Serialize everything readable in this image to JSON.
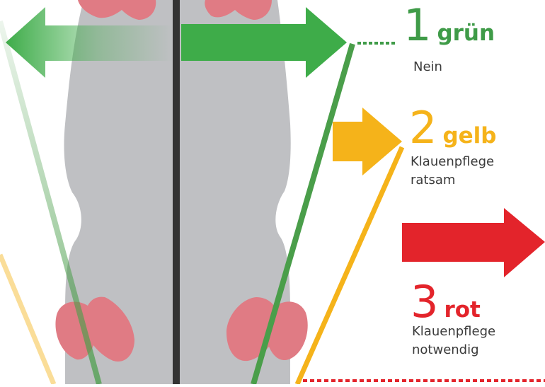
{
  "colors": {
    "green": "#4a9e4a",
    "green_arrow": "#3eac49",
    "yellow": "#f5b31a",
    "red": "#e3242b",
    "cow_body": "#bfc0c3",
    "claw": "#e07b84",
    "midline": "#333333",
    "text": "#3a3a3a"
  },
  "levels": [
    {
      "number": "1",
      "label": "grün",
      "color": "#3f9b48",
      "desc": [
        "Nein"
      ]
    },
    {
      "number": "2",
      "label": "gelb",
      "color": "#f5b31a",
      "desc": [
        "Klauenpflege",
        "ratsam"
      ]
    },
    {
      "number": "3",
      "label": "rot",
      "color": "#e3242b",
      "desc": [
        "Klauenpflege",
        "notwendig"
      ]
    }
  ]
}
